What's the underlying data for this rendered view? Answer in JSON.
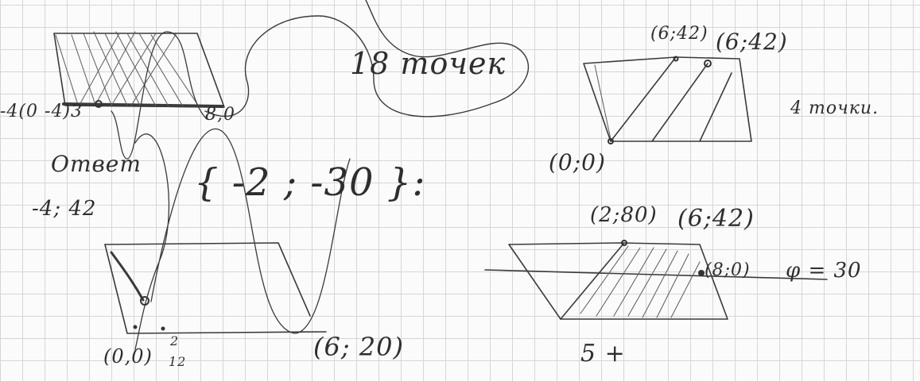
{
  "notes": {
    "left": {
      "label_count": "18 точек",
      "origin_left": "-4(0 -4)3",
      "origin_right": "8,0",
      "label_otvet": "Ответ",
      "label_point": "-4; 42",
      "set_answer": "{ -2 ; -30 }:",
      "bottom_point": "(0,0)",
      "bottom_frac_num": "2",
      "bottom_frac_den": "12",
      "right_point": "(6; 20)"
    },
    "right": {
      "top_point_a": "(6;42)",
      "top_point_b": "(6;42)",
      "count_label": "4 точки.",
      "origin": "(0;0)",
      "mid_point_a": "(2;80)",
      "mid_point_b": "(6;42)",
      "mark_point": "(8;0)",
      "phi_label": "φ = 30",
      "bottom_label": "5 +"
    }
  }
}
